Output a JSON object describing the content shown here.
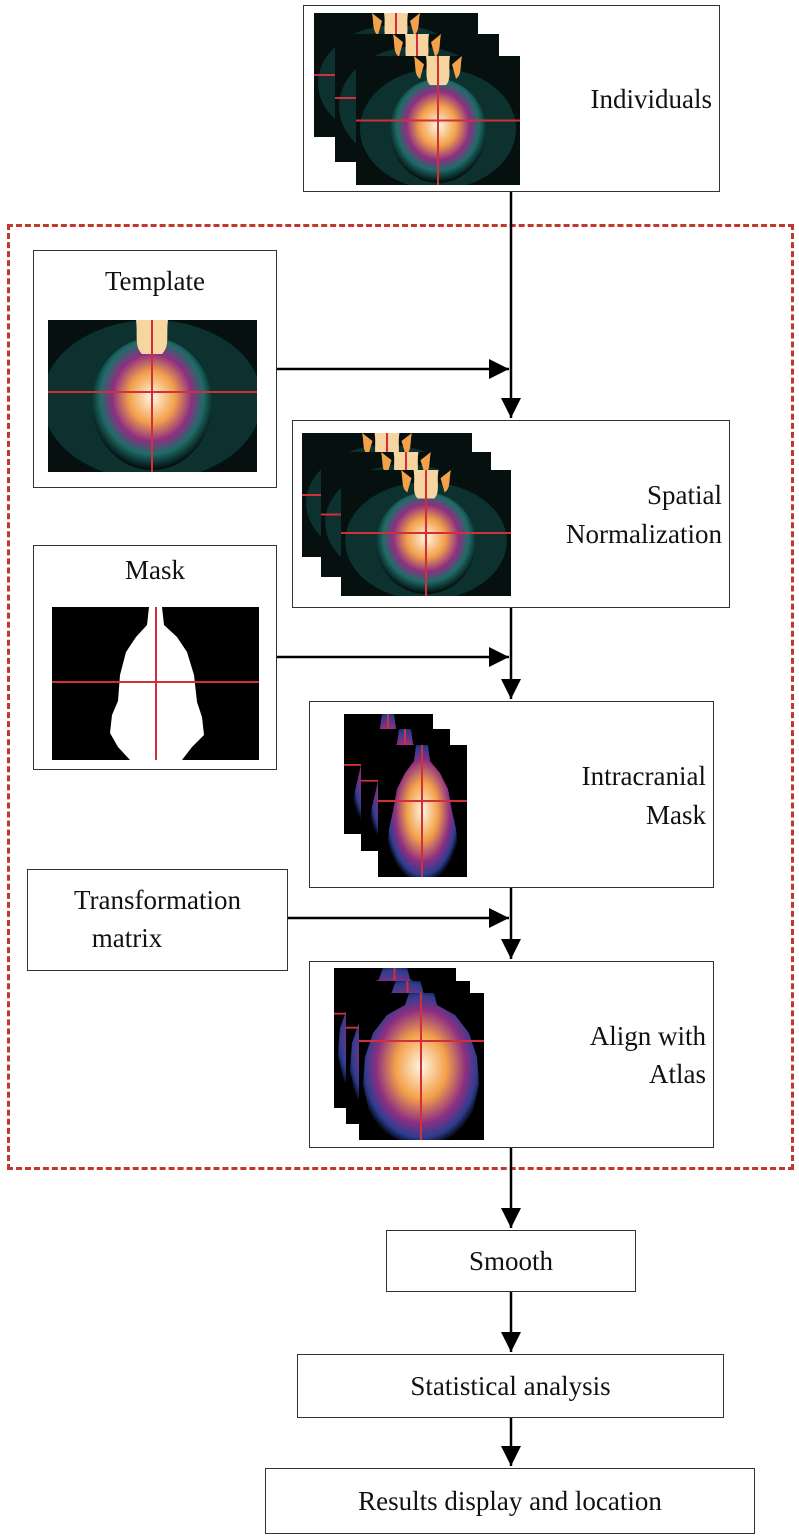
{
  "steps": {
    "individuals": "Individuals",
    "template": "Template",
    "mask": "Mask",
    "spatial_1": "Spatial",
    "spatial_2": "Normalization",
    "intracranial_1": "Intracranial",
    "intracranial_2": "Mask",
    "transform_1": "Transformation",
    "transform_2": "matrix",
    "align_1": "Align with",
    "align_2": "Atlas",
    "smooth": "Smooth",
    "statistical": "Statistical analysis",
    "results": "Results display and location"
  },
  "colors": {
    "dashed_border": "#c0392b",
    "crosshair": "#d0303a",
    "pet_background": "#02080a",
    "pet_halo": "#1e6d68",
    "pet_core": "#f3a14a",
    "pet_hot": "#fff6e6",
    "mask_fill": "#ffffff"
  }
}
